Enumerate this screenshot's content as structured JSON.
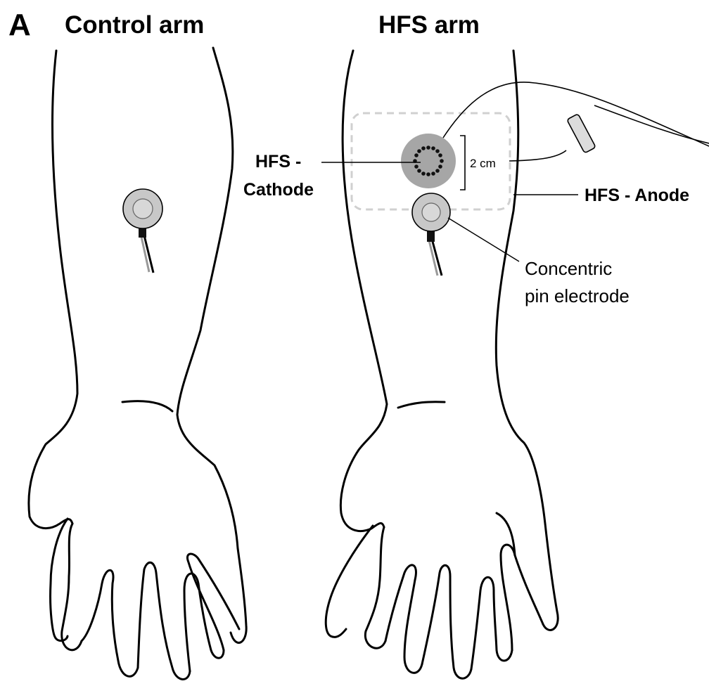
{
  "panel_letter": "A",
  "left_arm": {
    "title": "Control arm"
  },
  "right_arm": {
    "title": "HFS arm"
  },
  "labels": {
    "cathode_line1": "HFS -",
    "cathode_line2": "Cathode",
    "distance": "2 cm",
    "anode": "HFS - Anode",
    "pin_line1": "Concentric",
    "pin_line2": "pin electrode"
  },
  "colors": {
    "outline": "#000000",
    "electrode_gray": "#a6a6a6",
    "pin_disc": "#c8c8c8",
    "anode_border": "#d0d0d0"
  }
}
